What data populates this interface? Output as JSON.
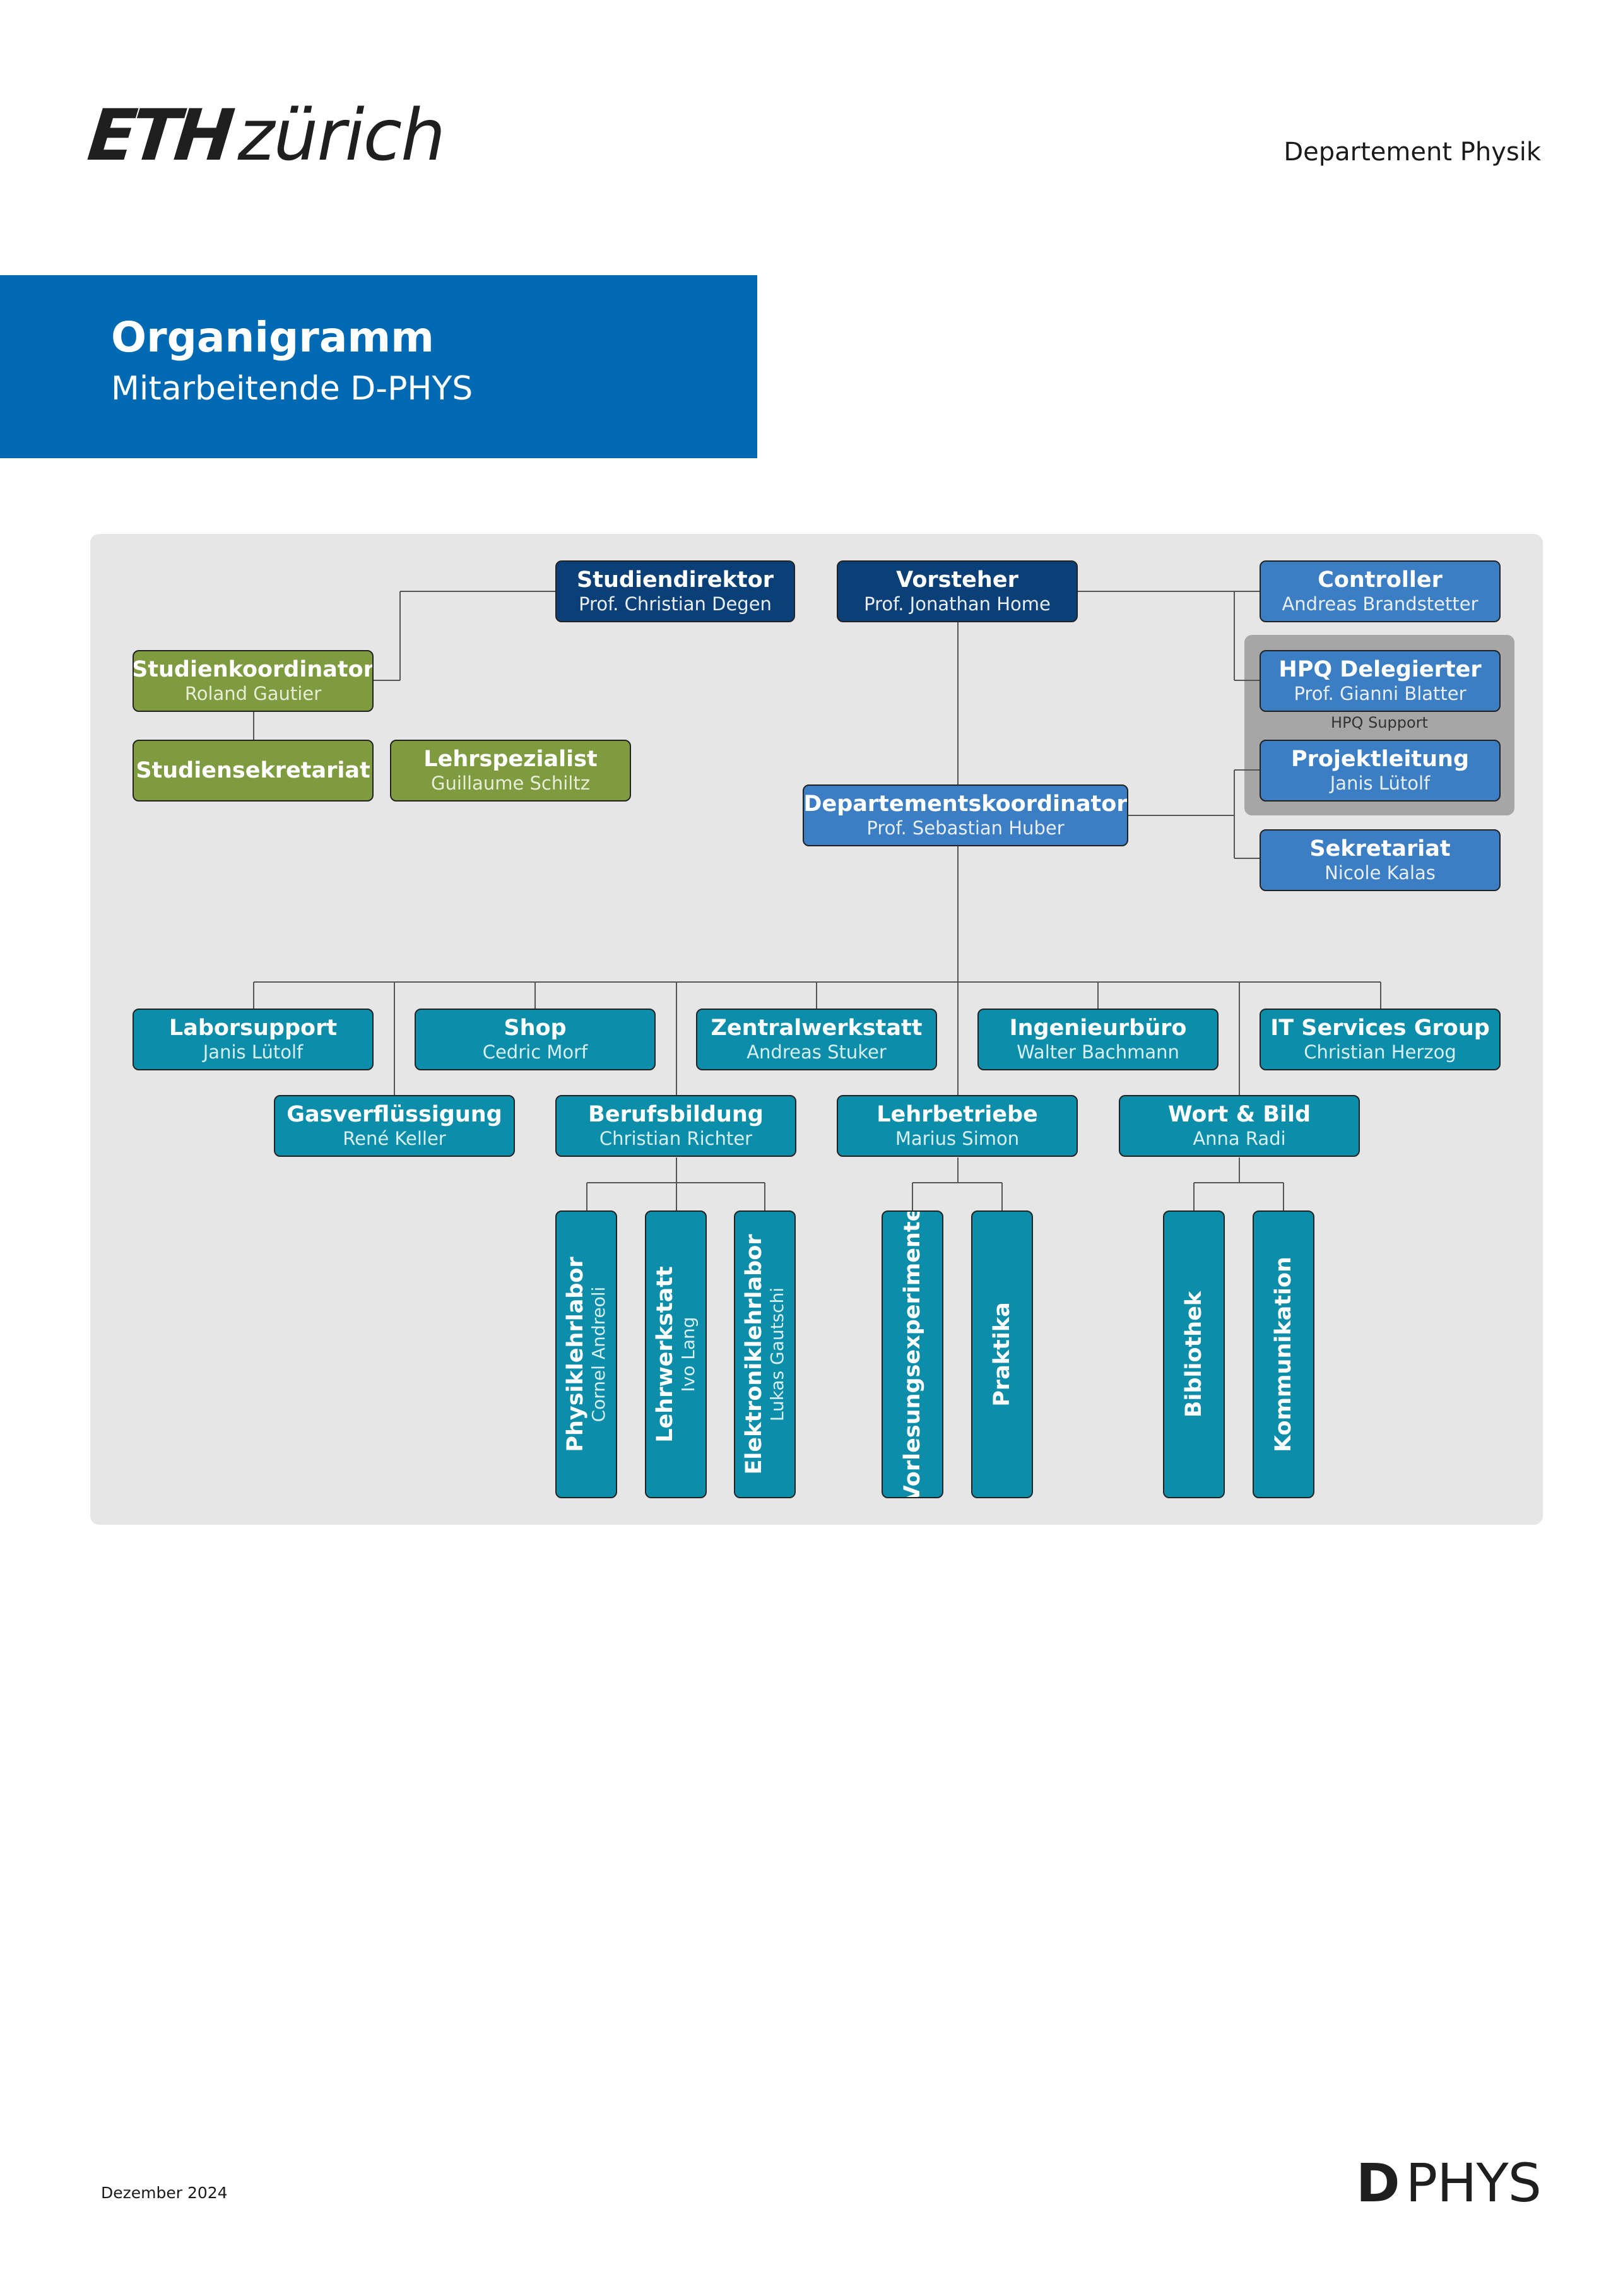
{
  "header": {
    "logo_bold": "ETH",
    "logo_light": "zürich",
    "department": "Departement Physik"
  },
  "title": {
    "heading": "Organigramm",
    "subheading": "Mitarbeitende D-PHYS"
  },
  "colors": {
    "brand_blue": "#0069b4",
    "navy": "#0b3f78",
    "light_blue": "#3c7ec4",
    "green": "#7f9b3f",
    "teal": "#0c8eaa",
    "panel": "#e6e6e6",
    "hpq_group": "#a6a6a6"
  },
  "org": {
    "studiendirektor": {
      "role": "Studiendirektor",
      "person": "Prof. Christian Degen"
    },
    "vorsteher": {
      "role": "Vorsteher",
      "person": "Prof. Jonathan Home"
    },
    "controller": {
      "role": "Controller",
      "person": "Andreas Brandstetter"
    },
    "hpq_delegierter": {
      "role": "HPQ Delegierter",
      "person": "Prof. Gianni Blatter"
    },
    "hpq_support": "HPQ Support",
    "projektleitung": {
      "role": "Projektleitung",
      "person": "Janis Lütolf"
    },
    "sekretariat": {
      "role": "Sekretariat",
      "person": "Nicole Kalas"
    },
    "studienkoordinator": {
      "role": "Studienkoordinator",
      "person": "Roland Gautier"
    },
    "studiensekretariat": {
      "role": "Studiensekretariat"
    },
    "lehrspezialist": {
      "role": "Lehrspezialist",
      "person": "Guillaume Schiltz"
    },
    "departementskoordinator": {
      "role": "Departementskoordinator",
      "person": "Prof. Sebastian Huber"
    },
    "laborsupport": {
      "role": "Laborsupport",
      "person": "Janis Lütolf"
    },
    "shop": {
      "role": "Shop",
      "person": "Cedric Morf"
    },
    "zentralwerkstatt": {
      "role": "Zentralwerkstatt",
      "person": "Andreas Stuker"
    },
    "ingenieurbuero": {
      "role": "Ingenieurbüro",
      "person": "Walter Bachmann"
    },
    "it_services": {
      "role": "IT Services Group",
      "person": "Christian Herzog"
    },
    "gasverfluessigung": {
      "role": "Gasverflüssigung",
      "person": "René Keller"
    },
    "berufsbildung": {
      "role": "Berufsbildung",
      "person": "Christian Richter"
    },
    "lehrbetriebe": {
      "role": "Lehrbetriebe",
      "person": "Marius Simon"
    },
    "wort_bild": {
      "role": "Wort & Bild",
      "person": "Anna Radi"
    },
    "physiklehrlabor": {
      "role": "Physiklehrlabor",
      "person": "Cornel Andreoli"
    },
    "lehrwerkstatt": {
      "role": "Lehrwerkstatt",
      "person": "Ivo Lang"
    },
    "elektroniklehrlabor": {
      "role": "Elektroniklehrlabor",
      "person": "Lukas Gautschi"
    },
    "vorlesungsexperimente": {
      "role": "Vorlesungsexperimente"
    },
    "praktika": {
      "role": "Praktika"
    },
    "bibliothek": {
      "role": "Bibliothek"
    },
    "kommunikation": {
      "role": "Kommunikation"
    }
  },
  "footer": {
    "date": "Dezember 2024",
    "logo_d": "D",
    "logo_phys": "PHYS"
  }
}
